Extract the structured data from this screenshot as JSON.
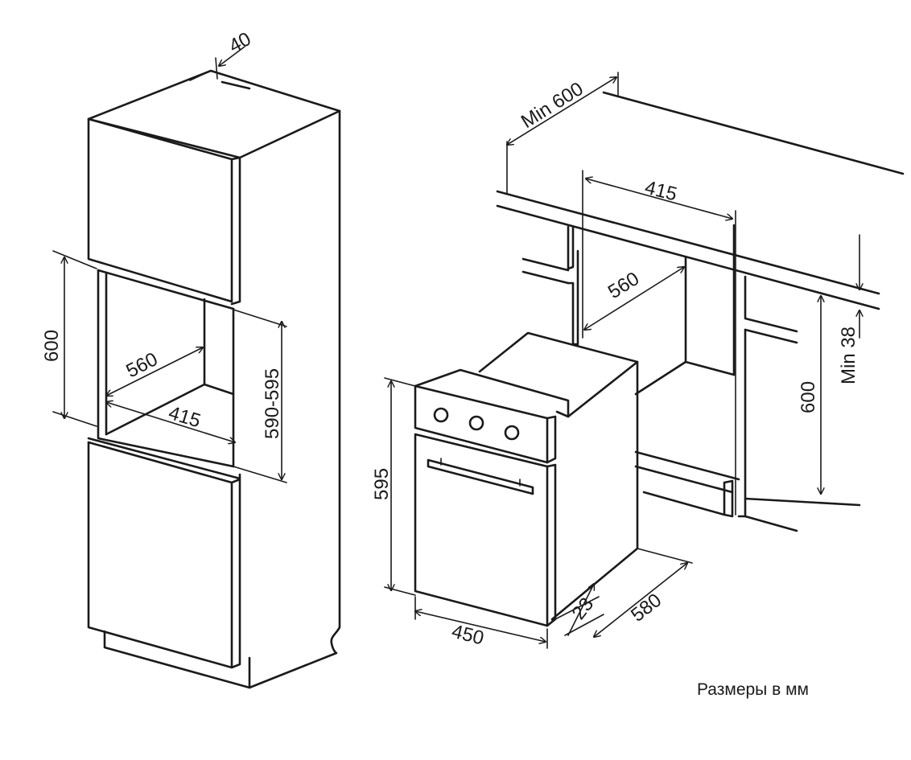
{
  "left_cabinet": {
    "depth_gap": "40",
    "niche_height": "600",
    "niche_depth": "560",
    "niche_back_width": "415",
    "oven_opening_height": "590-595"
  },
  "right_cabinet": {
    "min_width": "Min 600",
    "back_width": "415",
    "depth": "560",
    "min_countertop": "Min 38",
    "niche_height": "600"
  },
  "oven": {
    "height": "595",
    "width": "450",
    "front_offset": "23",
    "depth": "580"
  },
  "footer": {
    "units_note": "Размеры в мм"
  }
}
